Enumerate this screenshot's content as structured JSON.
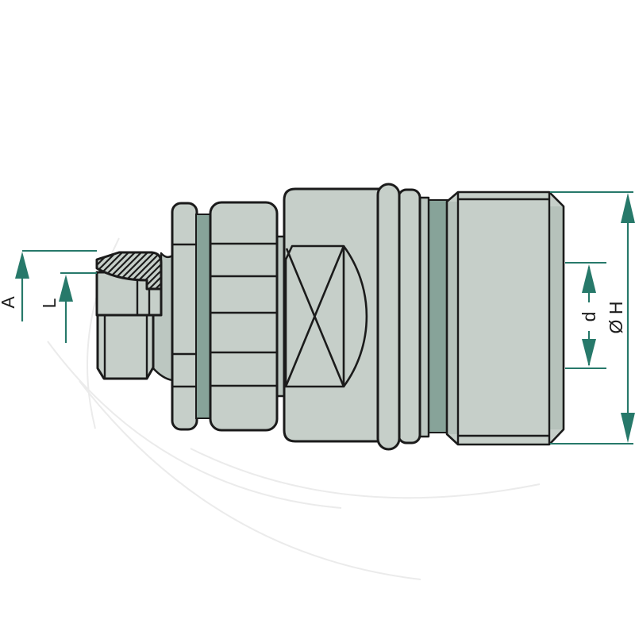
{
  "drawing": {
    "kind": "technical line drawing of a quick-release hydraulic coupling, side section view",
    "labels": {
      "dim_a": "A",
      "dim_l": "L",
      "dim_d": "d",
      "dim_h": "Ø H"
    },
    "colors": {
      "background": "#ffffff",
      "outline": "#1b1b1b",
      "body_fill": "#c6cfc9",
      "body_fill_shaded": "#b6c2bb",
      "recess_fill": "#bcc7c1",
      "accent_band": "#87a399",
      "dimension_accent": "#27796a",
      "label_text": "#1c1c1c"
    }
  }
}
